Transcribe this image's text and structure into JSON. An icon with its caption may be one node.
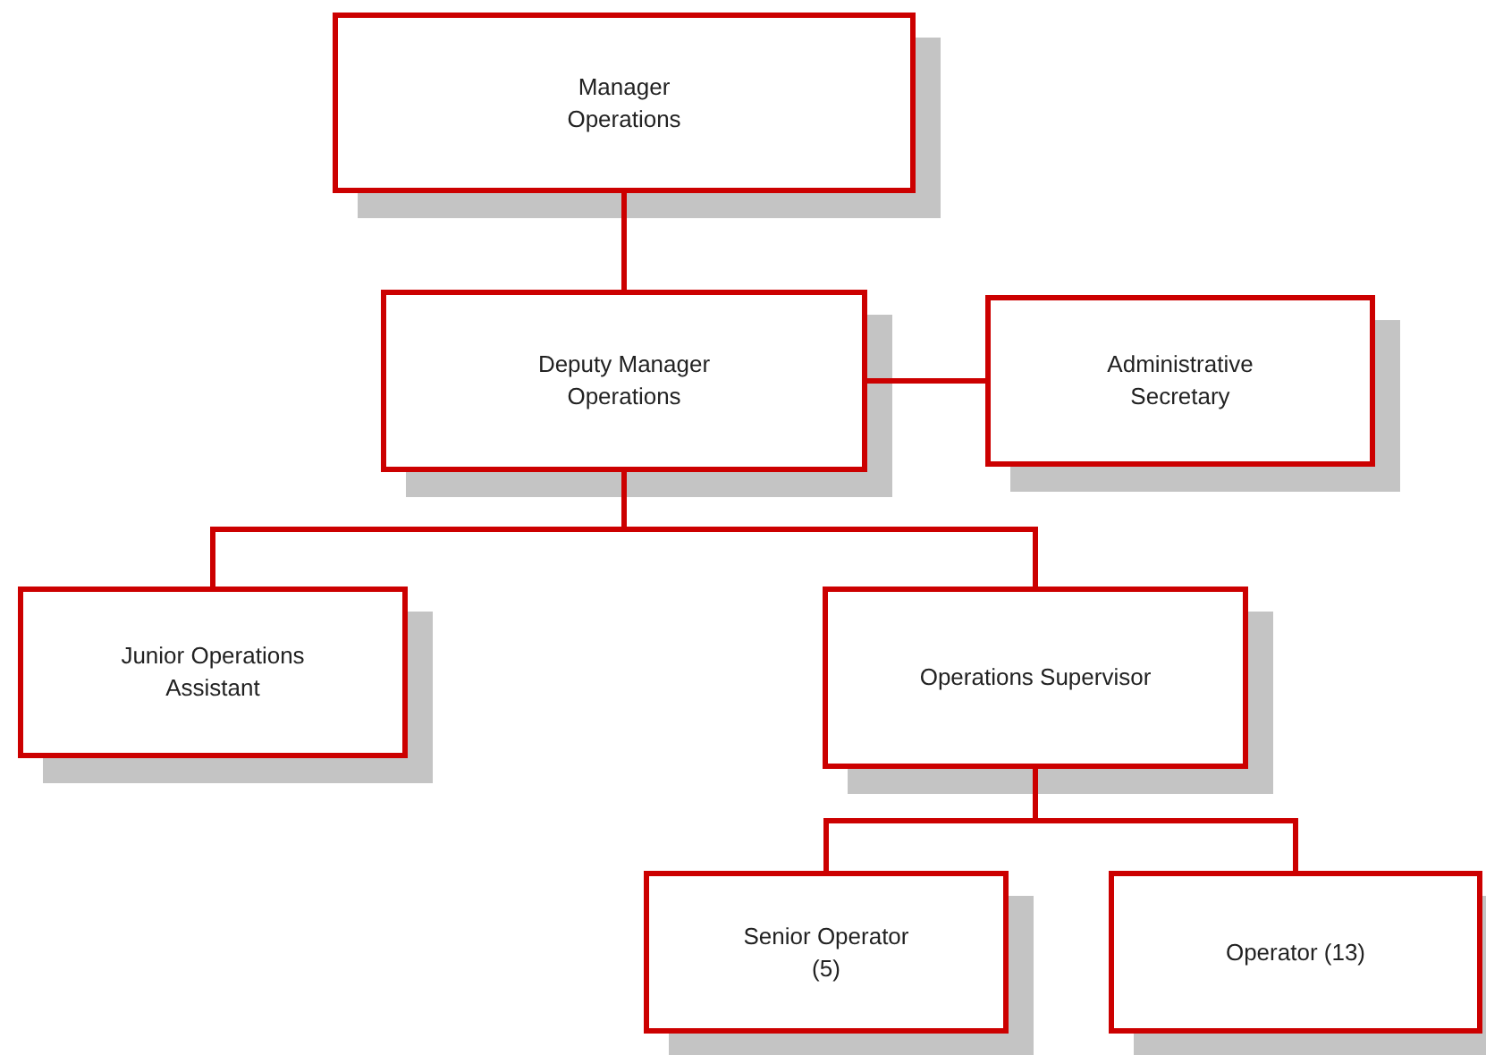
{
  "diagram": {
    "nodes": [
      {
        "text": [
          "Manager Operations"
        ]
      },
      {
        "text": [
          "Deputy Manager Operations"
        ]
      },
      {
        "text": [
          "Administrative Secretary"
        ]
      },
      {
        "text": [
          "Junior Operations Assistant"
        ]
      },
      {
        "text": [
          "Operations Supervisor"
        ]
      },
      {
        "text": [
          "Senior Operator (5)"
        ]
      },
      {
        "text": [
          "Operator (13)"
        ]
      }
    ],
    "edges": [
      {
        "from": 0,
        "to": 1,
        "arrow": "none"
      },
      {
        "from": 1,
        "to": 2,
        "arrow": "none"
      },
      {
        "from": 1,
        "to": 3,
        "arrow": "none"
      },
      {
        "from": 1,
        "to": 4,
        "arrow": "none"
      },
      {
        "from": 4,
        "to": 5,
        "arrow": "none"
      },
      {
        "from": 4,
        "to": 6,
        "arrow": "none"
      }
    ]
  }
}
